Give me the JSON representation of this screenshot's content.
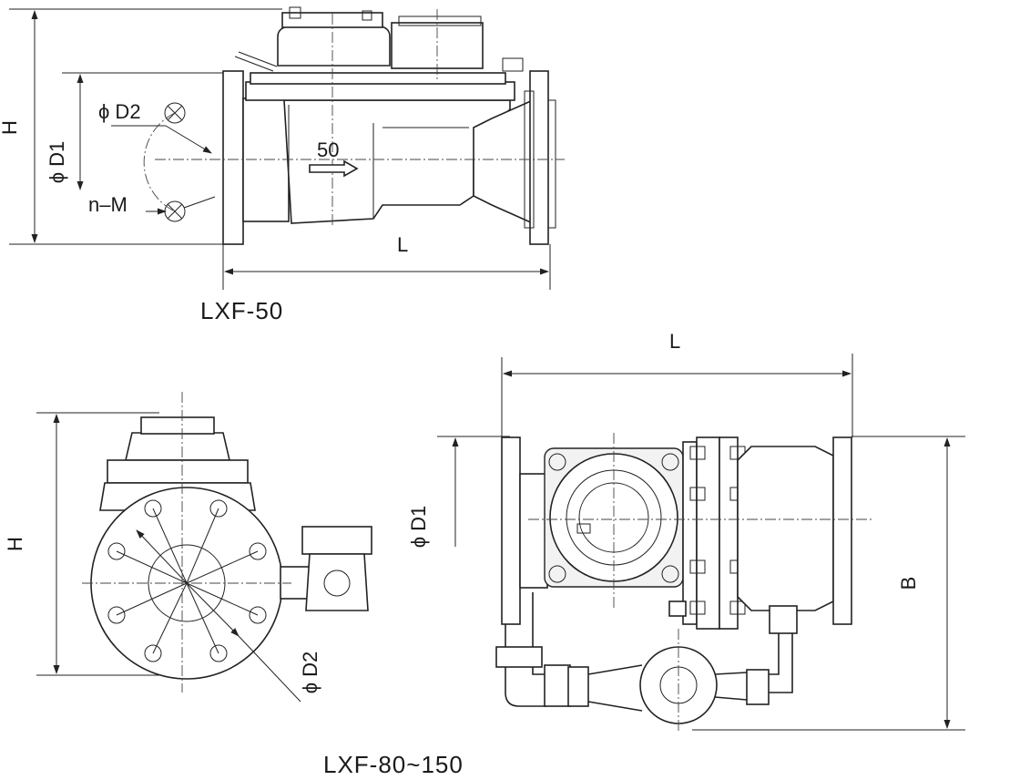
{
  "top_view": {
    "caption": "LXF-50",
    "flow_number": "50",
    "dim_H": "H",
    "dim_D1": "ϕ D1",
    "dim_D2": "ϕ D2",
    "dim_nM": "n–M",
    "dim_L": "L"
  },
  "side_view": {
    "dim_H": "H",
    "dim_D2": "ϕ D2"
  },
  "plan_view": {
    "dim_L": "L",
    "dim_D1": "ϕ D1",
    "dim_B": "B"
  },
  "bottom_caption": "LXF-80~150"
}
